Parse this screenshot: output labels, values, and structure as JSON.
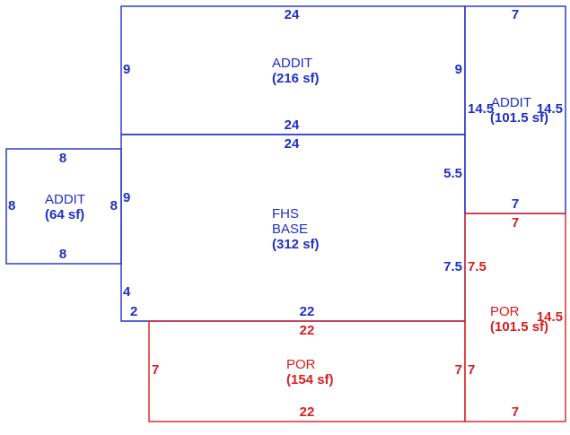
{
  "colors": {
    "blue": "#1f2fc8",
    "red": "#d81e1e",
    "background": "#ffffff"
  },
  "rooms": {
    "addit_top": {
      "name": "ADDIT",
      "area": "(216 sf)",
      "dims": {
        "top": "24",
        "bottom": "24",
        "left": "9",
        "right": "9"
      }
    },
    "addit_right": {
      "name": "ADDIT",
      "area": "(101.5 sf)",
      "dims": {
        "top": "7",
        "bottom": "7",
        "left": "14.5",
        "right": "14.5"
      }
    },
    "addit_left": {
      "name": "ADDIT",
      "area": "(64 sf)",
      "dims": {
        "top": "8",
        "bottom": "8",
        "left": "8",
        "right": "8"
      }
    },
    "fhs_base": {
      "name_line1": "FHS",
      "name_line2": "BASE",
      "area": "(312 sf)",
      "dims": {
        "top": "24",
        "bottom": "22",
        "left_upper": "9",
        "left_lower": "4",
        "bottom_jog": "2",
        "right_upper": "5.5",
        "right_lower": "7.5"
      }
    },
    "por_bottom": {
      "name": "POR",
      "area": "(154 sf)",
      "dims": {
        "top": "22",
        "bottom": "22",
        "left": "7",
        "right": "7"
      }
    },
    "por_right": {
      "name": "POR",
      "area": "(101.5 sf)",
      "dims": {
        "top": "7",
        "bottom": "7",
        "left_upper": "7.5",
        "left_lower": "7",
        "right": "14.5"
      }
    }
  }
}
